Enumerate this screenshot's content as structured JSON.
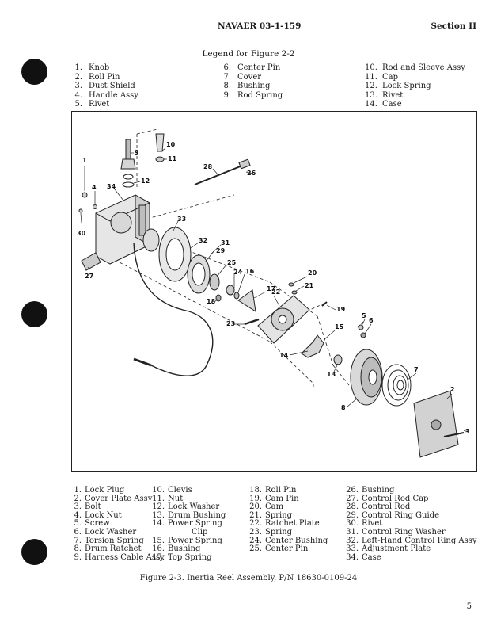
{
  "header": {
    "document_code": "NAVAER 03-1-159",
    "section": "Section II"
  },
  "legend_top": {
    "title": "Legend for Figure 2-2",
    "columns": [
      [
        {
          "n": "1.",
          "label": "Knob"
        },
        {
          "n": "2.",
          "label": "Roll Pin"
        },
        {
          "n": "3.",
          "label": "Dust Shield"
        },
        {
          "n": "4.",
          "label": "Handle Assy"
        },
        {
          "n": "5.",
          "label": "Rivet"
        }
      ],
      [
        {
          "n": "6.",
          "label": "Center Pin"
        },
        {
          "n": "7.",
          "label": "Cover"
        },
        {
          "n": "8.",
          "label": "Bushing"
        },
        {
          "n": "9.",
          "label": "Rod Spring"
        }
      ],
      [
        {
          "n": "10.",
          "label": "Rod and Sleeve Assy"
        },
        {
          "n": "11.",
          "label": "Cap"
        },
        {
          "n": "12.",
          "label": "Lock Spring"
        },
        {
          "n": "13.",
          "label": "Rivet"
        },
        {
          "n": "14.",
          "label": "Case"
        }
      ]
    ]
  },
  "figure": {
    "callouts": [
      "1",
      "2",
      "3",
      "4",
      "5",
      "6",
      "7",
      "8",
      "9",
      "10",
      "11",
      "12",
      "13",
      "14",
      "15",
      "16",
      "17",
      "18",
      "19",
      "20",
      "21",
      "22",
      "23",
      "24",
      "25",
      "26",
      "27",
      "28",
      "29",
      "30",
      "31",
      "32",
      "33",
      "34"
    ]
  },
  "legend_bottom": {
    "columns": [
      [
        {
          "n": "1.",
          "label": "Lock Plug"
        },
        {
          "n": "2.",
          "label": "Cover Plate Assy"
        },
        {
          "n": "3.",
          "label": "Bolt"
        },
        {
          "n": "4.",
          "label": "Lock Nut"
        },
        {
          "n": "5.",
          "label": "Screw"
        },
        {
          "n": "6.",
          "label": "Lock Washer"
        },
        {
          "n": "7.",
          "label": "Torsion Spring"
        },
        {
          "n": "8.",
          "label": "Drum Ratchet"
        },
        {
          "n": "9.",
          "label": "Harness Cable Assy"
        }
      ],
      [
        {
          "n": "10.",
          "label": "Clevis"
        },
        {
          "n": "11.",
          "label": "Nut"
        },
        {
          "n": "12.",
          "label": "Lock Washer"
        },
        {
          "n": "13.",
          "label": "Drum Bushing"
        },
        {
          "n": "14.",
          "label": "Power Spring"
        },
        {
          "n": "",
          "label": "Clip"
        },
        {
          "n": "15.",
          "label": "Power Spring"
        },
        {
          "n": "16.",
          "label": "Bushing"
        },
        {
          "n": "17.",
          "label": "Top Spring"
        }
      ],
      [
        {
          "n": "18.",
          "label": "Roll Pin"
        },
        {
          "n": "19.",
          "label": "Cam Pin"
        },
        {
          "n": "20.",
          "label": "Cam"
        },
        {
          "n": "21.",
          "label": "Spring"
        },
        {
          "n": "22.",
          "label": "Ratchet Plate"
        },
        {
          "n": "23.",
          "label": "Spring"
        },
        {
          "n": "24.",
          "label": "Center Bushing"
        },
        {
          "n": "25.",
          "label": "Center Pin"
        }
      ],
      [
        {
          "n": "26.",
          "label": "Bushing"
        },
        {
          "n": "27.",
          "label": "Control Rod Cap"
        },
        {
          "n": "28.",
          "label": "Control Rod"
        },
        {
          "n": "29.",
          "label": "Control Ring Guide"
        },
        {
          "n": "30.",
          "label": "Rivet"
        },
        {
          "n": "31.",
          "label": "Control Ring Washer"
        },
        {
          "n": "32.",
          "label": "Left-Hand Control Ring Assy"
        },
        {
          "n": "33.",
          "label": "Adjustment Plate"
        },
        {
          "n": "34.",
          "label": "Case"
        }
      ]
    ]
  },
  "caption": "Figure 2-3.  Inertia Reel Assembly, P/N 18630-0109-24",
  "page_number": "5"
}
